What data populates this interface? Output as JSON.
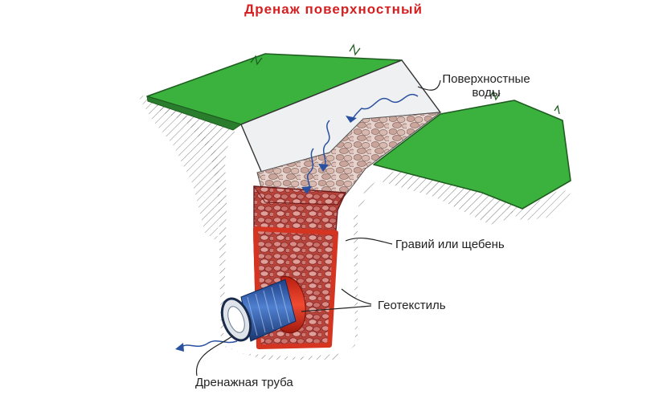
{
  "title": "Дренаж поверхностный",
  "labels": {
    "surface_water_line1": "Поверхностные",
    "surface_water_line2": "воды",
    "gravel": "Гравий или щебень",
    "geotextile": "Геотекстиль",
    "pipe": "Дренажная труба"
  },
  "colors": {
    "title": "#d42020",
    "grass": "#3bb23e",
    "geotextile": "#d43420",
    "pipe_blue": "#2f5fb0",
    "pipe_red": "#e0301c",
    "gravel": "#d8b5ad",
    "water_arrows": "#2a50a0"
  }
}
